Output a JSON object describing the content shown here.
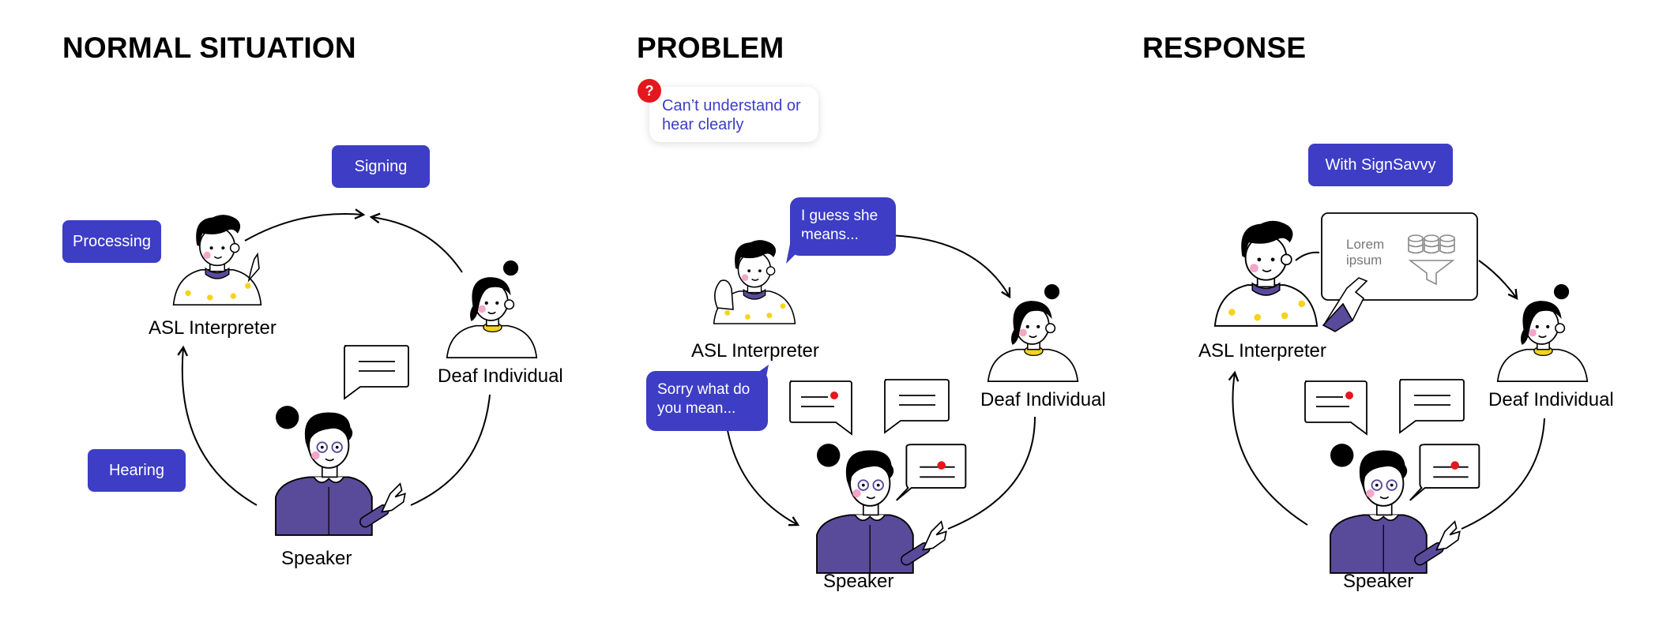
{
  "sections": {
    "normal": {
      "title": "NORMAL SITUATION",
      "badges": {
        "signing": "Signing",
        "processing": "Processing",
        "hearing": "Hearing"
      },
      "labels": {
        "interpreter": "ASL Interpreter",
        "deaf": "Deaf Individual",
        "speaker": "Speaker"
      }
    },
    "problem": {
      "title": "PROBLEM",
      "tooltip": {
        "icon": "question-icon",
        "mark": "?",
        "line1": "Can’t understand or",
        "line2": "hear clearly"
      },
      "bubble_interpreter": {
        "line1": "I guess she",
        "line2": "means..."
      },
      "bubble_speaker": {
        "line1": "Sorry what do",
        "line2": "you mean..."
      },
      "labels": {
        "interpreter": "ASL Interpreter",
        "deaf": "Deaf Individual",
        "speaker": "Speaker"
      }
    },
    "response": {
      "title": "RESPONSE",
      "badge": "With SignSavvy",
      "screen": {
        "line1": "Lorem",
        "line2": "ipsum",
        "icon": "database-filter-icon"
      },
      "labels": {
        "interpreter": "ASL Interpreter",
        "deaf": "Deaf Individual",
        "speaker": "Speaker"
      }
    }
  },
  "colors": {
    "accent": "#3d3dc6",
    "alert": "#e4161e",
    "shirt": "#5a4a9a",
    "hair": "#000000",
    "cheek": "#f3a6c8"
  }
}
